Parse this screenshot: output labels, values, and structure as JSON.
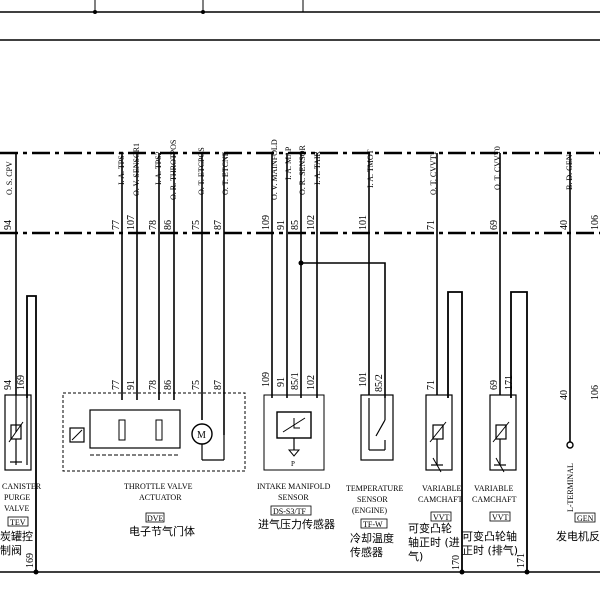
{
  "signals": [
    "O. S. CPV",
    "I. A. TPS1",
    "O. V. SENSOR1",
    "I. A. TPS2",
    "O. R. THROTPOS",
    "O. T. ETCPOS",
    "O. T. ETCNE",
    "O. V. MAINFOLD",
    "I. A. MAP",
    "O. R. SENSOR",
    "I. A. TAIR",
    "I. A. TMOT",
    "O. T. CVVT1",
    "O. T. CVVT0",
    "B. D. GEN"
  ],
  "pins": [
    "94",
    "77",
    "107",
    "78",
    "86",
    "75",
    "87",
    "109",
    "91",
    "85",
    "102",
    "101",
    "71",
    "69",
    "40",
    "106"
  ],
  "comp_pins": [
    "94",
    "169",
    "77",
    "91",
    "78",
    "86",
    "75",
    "87",
    "109",
    "91",
    "85/1",
    "102",
    "101",
    "85/2",
    "71",
    "170",
    "69",
    "171",
    "40",
    "106"
  ],
  "bottom_wires": [
    "169",
    "170",
    "171"
  ],
  "components": [
    {
      "name_lines": [
        "CANISTER",
        "PURGE",
        "VALVE"
      ],
      "code": "TEV",
      "cn_lines": [
        "炭罐控",
        "制阀"
      ]
    },
    {
      "name_lines": [
        "THROTTLE VALVE",
        "ACTUATOR"
      ],
      "code": "DVE",
      "cn_lines": [
        "电子节气门体"
      ]
    },
    {
      "name_lines": [
        "INTAKE MANIFOLD",
        "SENSOR"
      ],
      "code": "DS-S3/TF",
      "cn_lines": [
        "进气压力传感器"
      ]
    },
    {
      "name_lines": [
        "TEMPERATURE",
        "SENSOR",
        "(ENGINE)"
      ],
      "code": "TF-W",
      "cn_lines": [
        "冷却温度",
        "传感器"
      ]
    },
    {
      "name_lines": [
        "VARIABLE",
        "CAMCHAFT"
      ],
      "code": "VVT",
      "cn_lines": [
        "可变凸轮",
        "轴正时 (进",
        "气)"
      ]
    },
    {
      "name_lines": [
        "VARIABLE",
        "CAMCHAFT"
      ],
      "code": "VVT",
      "cn_lines": [
        "可变凸轮轴",
        "正时 (排气)"
      ]
    },
    {
      "name_lines": [
        "L-TERMINAL"
      ],
      "code": "GEN",
      "cn_lines": [
        "发电机反"
      ]
    }
  ],
  "misc": {
    "sensor_letter_p": "P",
    "motor_letter": "M"
  }
}
